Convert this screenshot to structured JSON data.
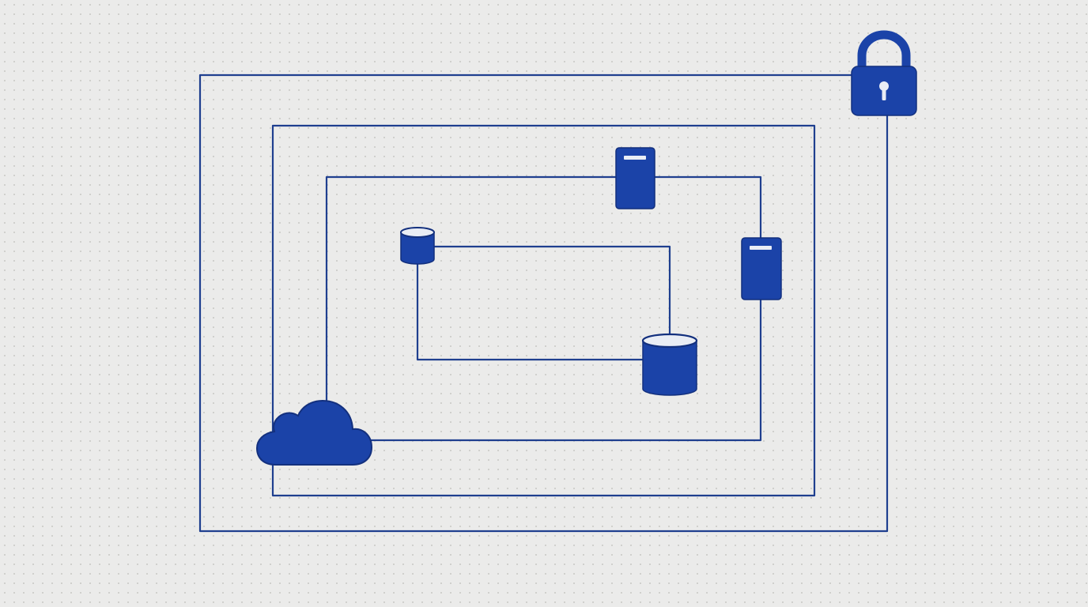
{
  "diagram": {
    "colors": {
      "line": "#1f3f8f",
      "icon_fill": "#1b43a8",
      "icon_stroke": "#13307e",
      "icon_highlight": "#e9edf5"
    },
    "icons": [
      {
        "id": "padlock",
        "icon": "padlock-icon"
      },
      {
        "id": "server-top",
        "icon": "server-icon"
      },
      {
        "id": "server-right",
        "icon": "server-icon"
      },
      {
        "id": "database-small",
        "icon": "database-icon"
      },
      {
        "id": "database-large",
        "icon": "database-icon"
      },
      {
        "id": "cloud",
        "icon": "cloud-icon"
      }
    ],
    "connections": [
      {
        "id": "outer-loop",
        "from": "padlock",
        "to": "padlock"
      },
      {
        "id": "second-loop",
        "from": "cloud",
        "to": "cloud"
      },
      {
        "id": "third-loop",
        "from": "cloud",
        "to": "cloud",
        "via": [
          "server-top",
          "server-right"
        ]
      },
      {
        "id": "inner-loop",
        "from": "database-small",
        "to": "database-large"
      }
    ]
  }
}
